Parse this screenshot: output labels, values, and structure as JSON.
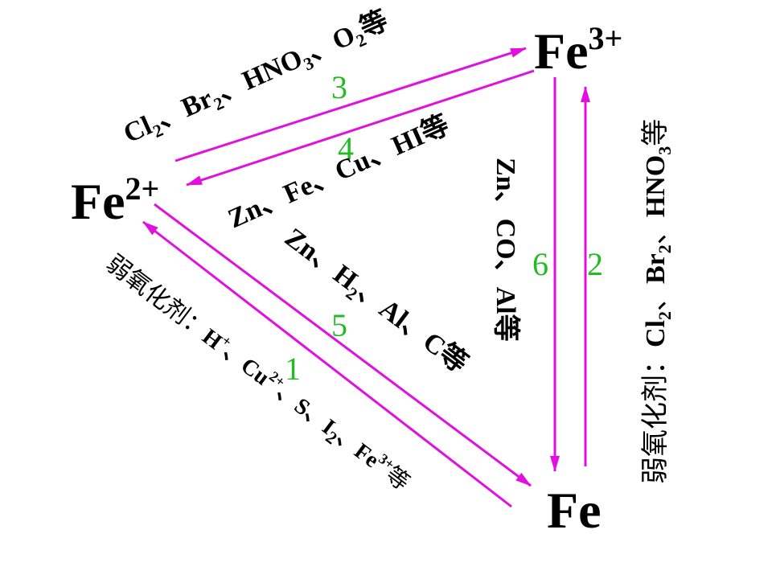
{
  "colors": {
    "arrow": "#e010e0",
    "number": "#22bb22",
    "text": "#000000",
    "background": "#ffffff"
  },
  "nodes": {
    "fe3": {
      "base": "Fe",
      "sup": "3+"
    },
    "fe2": {
      "base": "Fe",
      "sup": "2+"
    },
    "fe": {
      "base": "Fe"
    }
  },
  "arrows": {
    "a1": {
      "number": "1"
    },
    "a2": {
      "number": "2"
    },
    "a3": {
      "number": "3"
    },
    "a4": {
      "number": "4"
    },
    "a5": {
      "number": "5"
    },
    "a6": {
      "number": "6"
    }
  },
  "labels": {
    "l3": {
      "cl": "Cl",
      "cl_sub": "2",
      "sep1": "、",
      "br": "Br",
      "br_sub": "2",
      "sep2": "、",
      "hno": "HNO",
      "hno_sub": "3",
      "sep3": "、",
      "o": "O",
      "o_sub": "2",
      "tail": "等"
    },
    "l4": {
      "text": "Zn、Fe、Cu、HI等"
    },
    "l5": {
      "zn": "Zn、",
      "h": "H",
      "h_sub": "2",
      "sep": "、",
      "rest": "Al、C等"
    },
    "l6": {
      "text": "Zn、CO、Al等"
    },
    "l2": {
      "prefix": "弱氧化剂：",
      "cl": "Cl",
      "cl_sub": "2",
      "sep1": "、",
      "br": "Br",
      "br_sub": "2",
      "sep2": "、",
      "hno": "HNO",
      "hno_sub": "3",
      "tail": "等"
    },
    "l1": {
      "prefix": "弱氧化剂：",
      "h": "H",
      "h_sup": "+",
      "sep1": "、",
      "cu": "Cu",
      "cu_sup": "2+",
      "sep2": "、",
      "s": "S、",
      "i": "I",
      "i_sub": "2",
      "sep3": "、",
      "fe": "Fe",
      "fe_sup": "3+",
      "tail": "等"
    }
  }
}
